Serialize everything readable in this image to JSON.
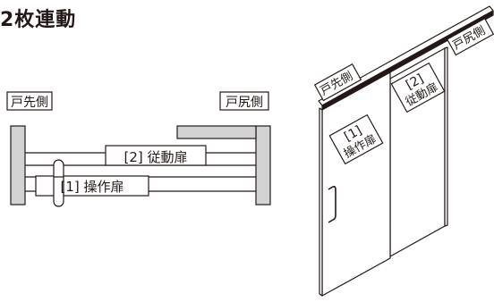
{
  "title": "2枚連動",
  "plan": {
    "label_tosaki": "戸先側",
    "label_tojiri": "戸尻側",
    "door2_label": "[2] 従動扉",
    "door1_label": "[1] 操作扉"
  },
  "perspective": {
    "label_tosaki": "戸先側",
    "label_tojiri": "戸尻側",
    "door1_line1": "[1]",
    "door1_line2": "操作扉",
    "door2_line1": "[2]",
    "door2_line2": "従動扉"
  }
}
